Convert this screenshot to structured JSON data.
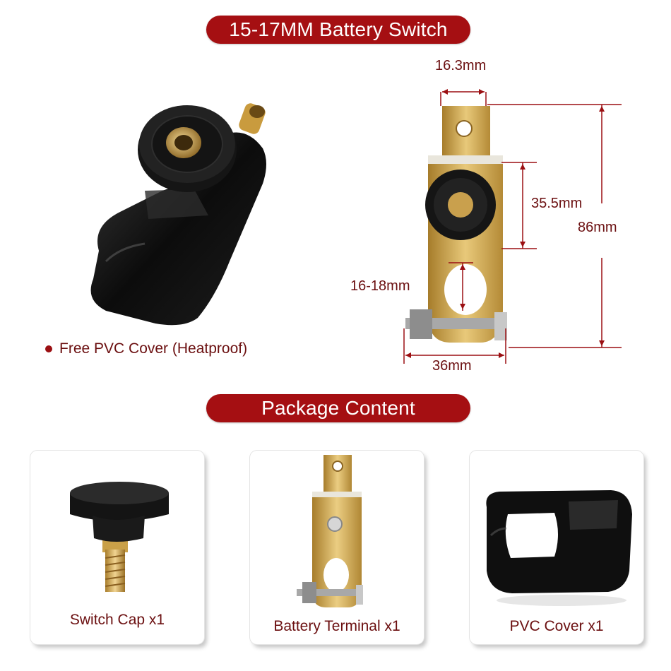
{
  "header": {
    "title": "15-17MM Battery Switch"
  },
  "feature_note": {
    "text": "Free PVC Cover (Heatproof)"
  },
  "dimensions": {
    "width_top": "16.3mm",
    "height_body": "35.5mm",
    "height_total": "86mm",
    "clamp_diameter": "16-18mm",
    "width_bottom": "36mm"
  },
  "package": {
    "title": "Package Content",
    "items": [
      {
        "label": "Switch Cap x1"
      },
      {
        "label": "Battery Terminal x1"
      },
      {
        "label": "PVC Cover x1"
      }
    ]
  },
  "colors": {
    "banner": "#a50f12",
    "text": "#6b0f10",
    "brass": "#cfa547",
    "black": "#111111"
  }
}
